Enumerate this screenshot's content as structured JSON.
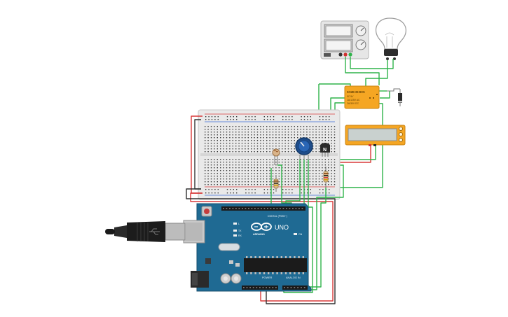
{
  "relay": {
    "title": "KS2E-M-DC5",
    "line1": "5C 5V",
    "line2": "1A/125V AC",
    "line3": "2A/30V DC"
  },
  "arduino": {
    "brand": "ARDUINO",
    "model": "UNO",
    "digital_label": "DIGITAL (PWM~)",
    "power_label": "POWER",
    "analog_label": "ANALOG IN",
    "on_label": "ON",
    "tx_label": "TX",
    "rx_label": "RX",
    "l_label": "L"
  },
  "transistor": {
    "label": "N"
  },
  "colors": {
    "arduino_blue": "#1f6a93",
    "wire_green": "#2fb34a",
    "wire_red": "#d83a3a",
    "wire_black": "#333333",
    "relay_orange": "#f5a623",
    "lcd_orange": "#f5a623",
    "breadboard": "#e9e9e9"
  }
}
